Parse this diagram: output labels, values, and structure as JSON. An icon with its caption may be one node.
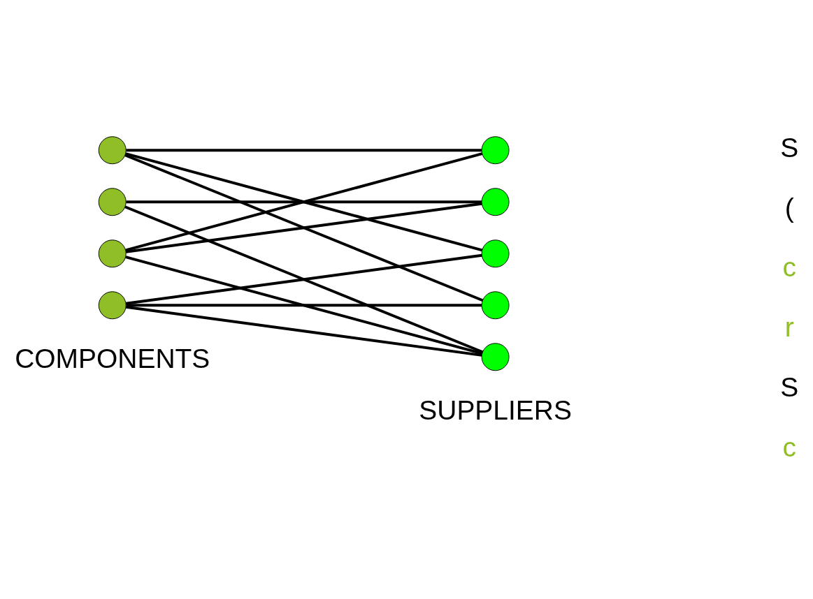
{
  "diagram": {
    "nodes": [
      {
        "text": [],
        "shape": "circle"
      },
      {
        "text": [],
        "shape": "circle"
      },
      {
        "text": [],
        "shape": "circle"
      },
      {
        "text": [],
        "shape": "circle"
      },
      {
        "text": [],
        "shape": "circle"
      },
      {
        "text": [],
        "shape": "circle"
      },
      {
        "text": [],
        "shape": "circle"
      },
      {
        "text": [],
        "shape": "circle"
      },
      {
        "text": [],
        "shape": "circle"
      }
    ],
    "edges": [
      {
        "from": 0,
        "to": 4,
        "arrow": "none"
      },
      {
        "from": 0,
        "to": 6,
        "arrow": "none"
      },
      {
        "from": 0,
        "to": 7,
        "arrow": "none"
      },
      {
        "from": 1,
        "to": 5,
        "arrow": "none"
      },
      {
        "from": 1,
        "to": 8,
        "arrow": "none"
      },
      {
        "from": 2,
        "to": 4,
        "arrow": "none"
      },
      {
        "from": 2,
        "to": 5,
        "arrow": "none"
      },
      {
        "from": 2,
        "to": 8,
        "arrow": "none"
      },
      {
        "from": 3,
        "to": 6,
        "arrow": "none"
      },
      {
        "from": 3,
        "to": 7,
        "arrow": "none"
      },
      {
        "from": 3,
        "to": 8,
        "arrow": "none"
      }
    ],
    "labels": [
      "S",
      "(",
      "c",
      "r",
      "S",
      "c",
      "COMPONENTS",
      "SUPPLIERS"
    ]
  }
}
